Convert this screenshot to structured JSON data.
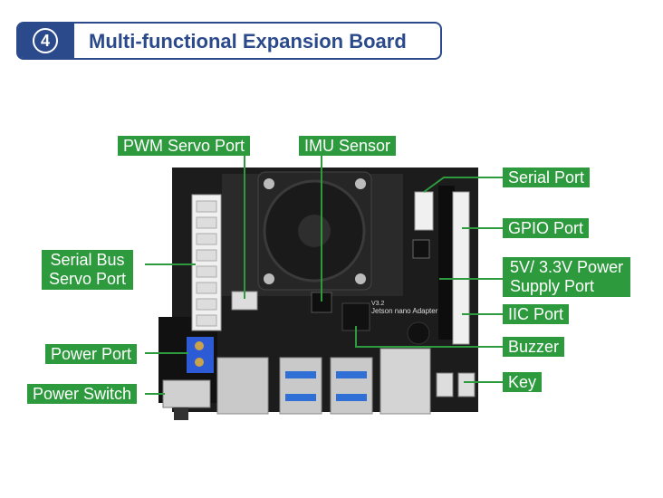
{
  "header": {
    "number": "4",
    "title": "Multi-functional Expansion Board"
  },
  "labels": {
    "pwm_servo_port": "PWM Servo Port",
    "imu_sensor": "IMU Sensor",
    "serial_port": "Serial Port",
    "gpio_port": "GPIO Port",
    "power_supply_port_line1": "5V/ 3.3V Power",
    "power_supply_port_line2": "Supply Port",
    "iic_port": "IIC Port",
    "buzzer": "Buzzer",
    "key": "Key",
    "serial_bus_servo_port_line1": "Serial Bus",
    "serial_bus_servo_port_line2": "Servo Port",
    "power_port": "Power Port",
    "power_switch": "Power Switch"
  },
  "board": {
    "silkscreen_version": "V3.2",
    "silkscreen_name": "Jetson nano Adapter"
  },
  "colors": {
    "accent_blue": "#2b4a8b",
    "label_green": "#2e9a3e",
    "board_black": "#1c1c1c"
  }
}
